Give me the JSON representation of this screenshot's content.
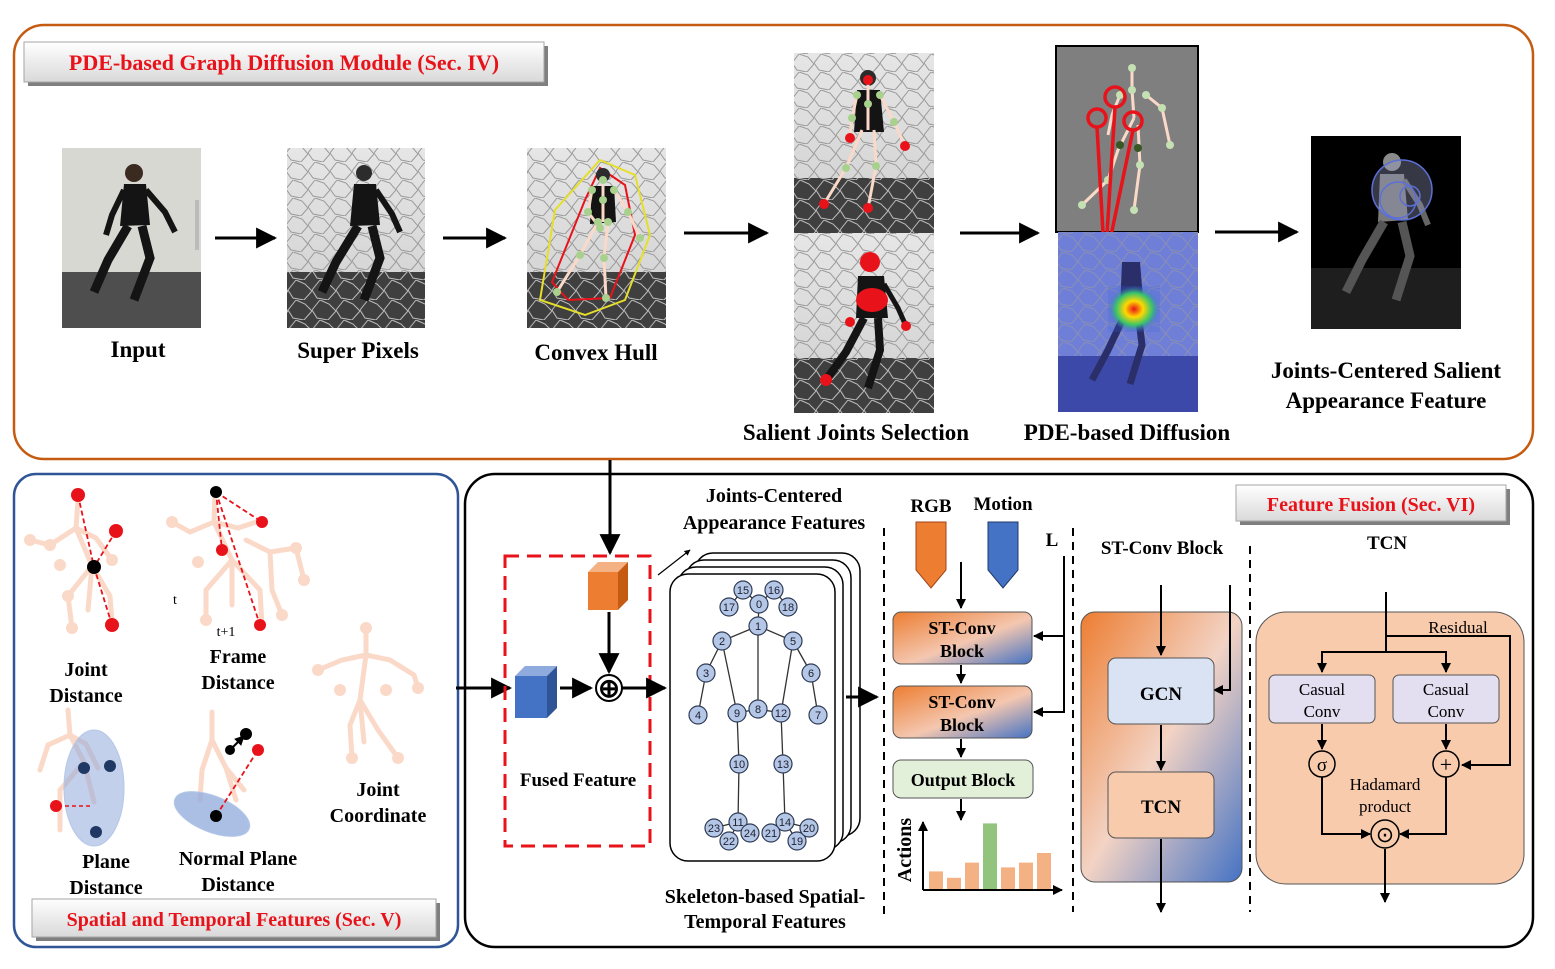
{
  "module_titles": {
    "pde": "PDE-based Graph Diffusion Module (Sec. IV)",
    "spatial": "Spatial and Temporal Features (Sec. V)",
    "fusion": "Feature Fusion (Sec. VI)"
  },
  "pipeline_labels": {
    "input": "Input",
    "super_pixels": "Super Pixels",
    "convex_hull": "Convex Hull",
    "salient_joints": "Salient Joints Selection",
    "pde_diffusion": "PDE-based Diffusion",
    "jcsaf_line1": "Joints-Centered Salient",
    "jcsaf_line2": "Appearance Feature"
  },
  "spatial_labels": {
    "joint_distance_1": "Joint",
    "joint_distance_2": "Distance",
    "frame_distance_1": "Frame",
    "frame_distance_2": "Distance",
    "t": "t",
    "t1": "t+1",
    "joint_coord_1": "Joint",
    "joint_coord_2": "Coordinate",
    "plane_distance_1": "Plane",
    "plane_distance_2": "Distance",
    "normal_plane_1": "Normal Plane",
    "normal_plane_2": "Distance"
  },
  "fusion_labels": {
    "fused_feature": "Fused Feature",
    "jcaf_1": "Joints-Centered",
    "jcaf_2": "Appearance Features",
    "skel_1": "Skeleton-based Spatial-",
    "skel_2": "Temporal  Features",
    "rgb": "RGB",
    "motion": "Motion",
    "L": "L",
    "stconv_1": "ST-Conv",
    "stconv_2": "Block",
    "output_block": "Output Block",
    "actions": "Actions",
    "stconv_header": "ST-Conv Block",
    "gcn": "GCN",
    "tcn": "TCN",
    "tcn_header": "TCN",
    "residual": "Residual",
    "casual_1": "Casual",
    "casual_2": "Conv",
    "sigma": "σ",
    "plus": "+",
    "odot": "⊙",
    "oplus": "⊕",
    "hadamard_1": "Hadamard",
    "hadamard_2": "product"
  },
  "skeleton_nodes": [
    "15",
    "16",
    "17",
    "0",
    "18",
    "1",
    "2",
    "5",
    "3",
    "6",
    "4",
    "9",
    "8",
    "12",
    "7",
    "10",
    "13",
    "11",
    "14",
    "23",
    "22",
    "24",
    "21",
    "19",
    "20"
  ],
  "action_bars": [
    0.22,
    0.14,
    0.33,
    0.82,
    0.27,
    0.33,
    0.45
  ],
  "colors": {
    "red": "#e8131a",
    "orange": "#ed7d31",
    "blue": "#4472c4",
    "joint_skin": "#fbd9c8",
    "green_bar": "#93c47d",
    "bar": "#f4b183"
  }
}
